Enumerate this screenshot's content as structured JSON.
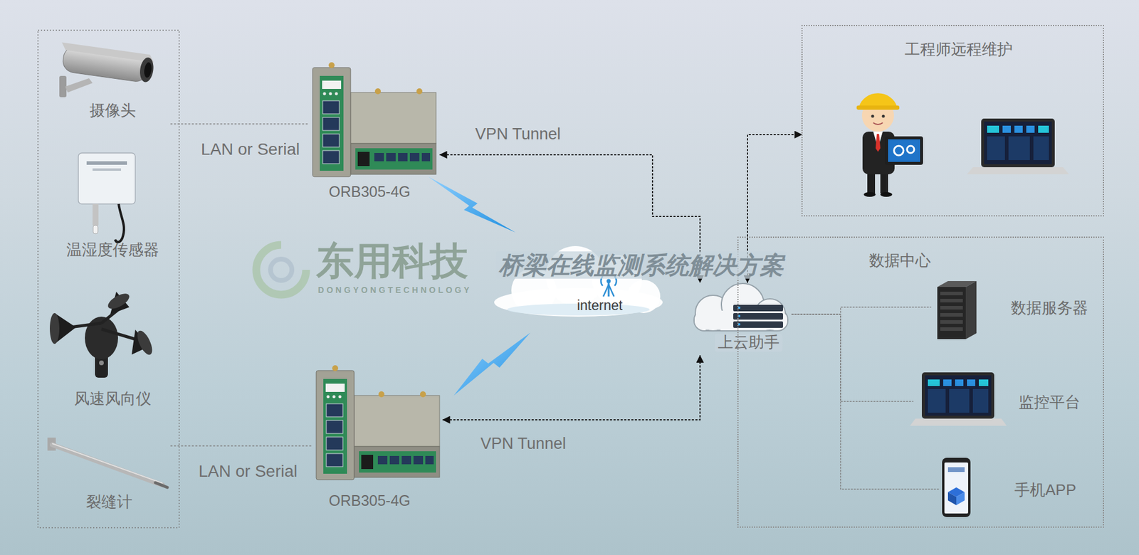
{
  "diagram": {
    "nodes": [
      {
        "text": [
          "摄像头"
        ]
      },
      {
        "text": [
          "温湿度传感器"
        ]
      },
      {
        "text": [
          "风速风向仪"
        ]
      },
      {
        "text": [
          "裂缝计"
        ]
      },
      {
        "text": [
          "ORB305-4G"
        ]
      },
      {
        "text": [
          "ORB305-4G"
        ]
      },
      {
        "text": [
          "internet"
        ]
      },
      {
        "text": [
          "上云助手"
        ]
      },
      {
        "text": [
          "工程师远程维护"
        ]
      },
      {
        "text": [
          "数据中心"
        ]
      },
      {
        "text": [
          "数据服务器"
        ],
        "in": 9
      },
      {
        "text": [
          "监控平台"
        ],
        "in": 9
      },
      {
        "text": [
          "手机APP"
        ],
        "in": 9
      }
    ],
    "edges": [
      {
        "from": 0,
        "to": 4,
        "arrow": "none",
        "label": "LAN or Serial"
      },
      {
        "from": 3,
        "to": 5,
        "arrow": "none",
        "label": "LAN or Serial"
      },
      {
        "from": 4,
        "to": 7,
        "arrow": "both",
        "label": "VPN Tunnel"
      },
      {
        "from": 5,
        "to": 7,
        "arrow": "both",
        "label": "VPN Tunnel"
      },
      {
        "from": 7,
        "to": 8,
        "arrow": "both"
      },
      {
        "from": 7,
        "to": 10,
        "arrow": "none"
      },
      {
        "from": 7,
        "to": 11,
        "arrow": "none"
      },
      {
        "from": 7,
        "to": 12,
        "arrow": "none"
      }
    ],
    "labels": [
      "东用科技",
      "DONGYONGTECHNOLOGY",
      "桥梁在线监测系统解决方案"
    ]
  }
}
